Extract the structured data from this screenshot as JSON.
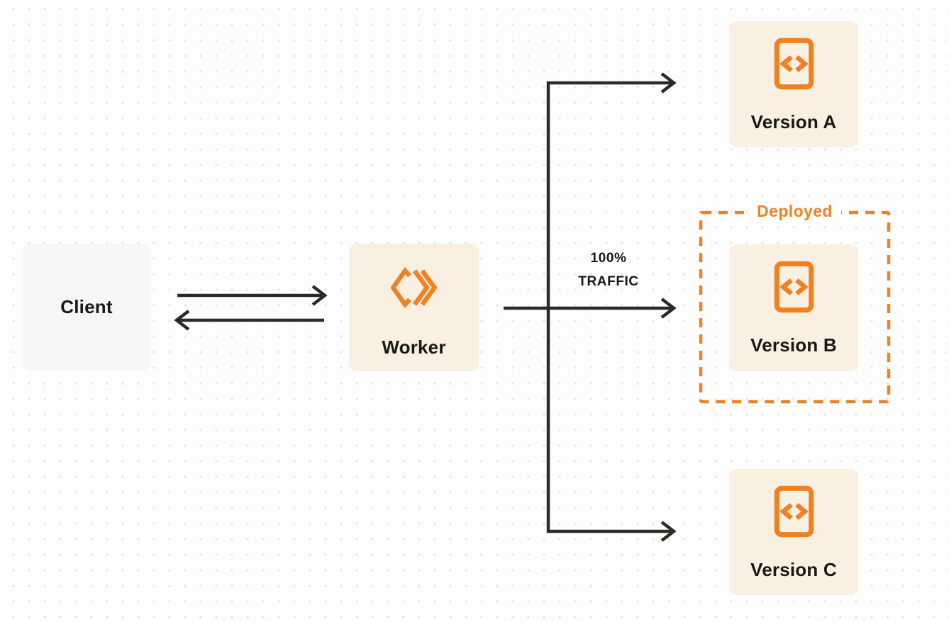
{
  "diagram": {
    "client": {
      "label": "Client"
    },
    "worker": {
      "label": "Worker",
      "icon": "worker-chevrons-icon"
    },
    "routing": {
      "traffic_line1": "100%",
      "traffic_line2": "TRAFFIC"
    },
    "deployed": {
      "label": "Deployed"
    },
    "versions": [
      {
        "label": "Version A",
        "icon": "code-file-icon",
        "deployed": false
      },
      {
        "label": "Version B",
        "icon": "code-file-icon",
        "deployed": true
      },
      {
        "label": "Version C",
        "icon": "code-file-icon",
        "deployed": false
      }
    ],
    "colors": {
      "background": "#FDFDFD",
      "dot_grid": "#E4E4E4",
      "client_box": "#F6F6F7",
      "cream_box": "#FAF0E2",
      "orange_accent": "#EF8122",
      "arrow": "#2B2A26",
      "text": "#17181A"
    }
  }
}
